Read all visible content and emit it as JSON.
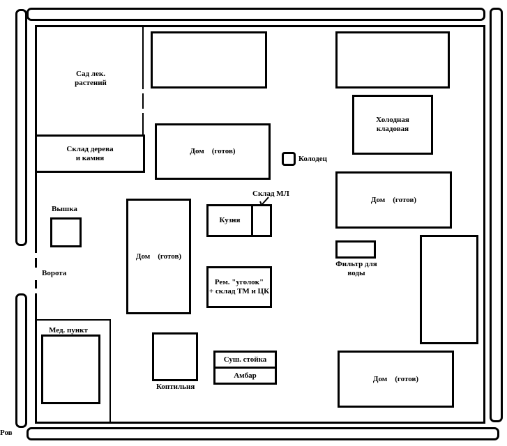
{
  "labels": {
    "garden": "Сад лек.\nрастений",
    "wood_store": "Склад дерева\nи камня",
    "tower": "Вышка",
    "gate": "Ворота",
    "med": "Мед. пункт",
    "house": "Дом    (готов)",
    "well": "Колодец",
    "sklad_ml": "Склад МЛ",
    "forge": "Кузня",
    "repair": "Рем. \"уголок\"\n+ склад ТМ и ЦК",
    "smokehouse": "Коптильня",
    "drying": "Суш. стойка",
    "barn": "Амбар",
    "cold_store": "Холодная\nкладовая",
    "water_filter": "Фильтр для\nводы",
    "moat": "Ров"
  }
}
